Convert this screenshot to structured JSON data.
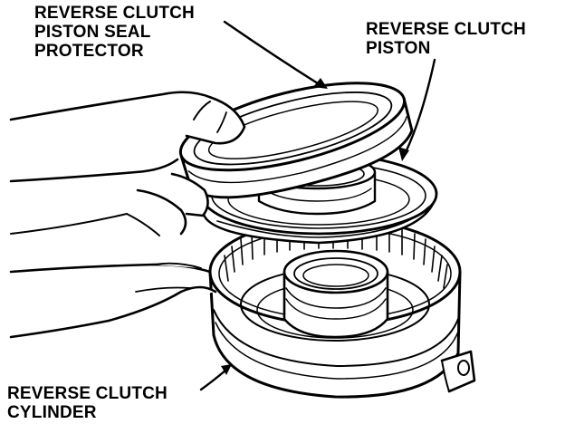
{
  "callouts": {
    "seal_protector": [
      "REVERSE CLUTCH",
      "PISTON SEAL",
      "PROTECTOR"
    ],
    "piston": [
      "REVERSE CLUTCH",
      "PISTON"
    ],
    "cylinder": [
      "REVERSE CLUTCH",
      "CYLINDER"
    ]
  }
}
